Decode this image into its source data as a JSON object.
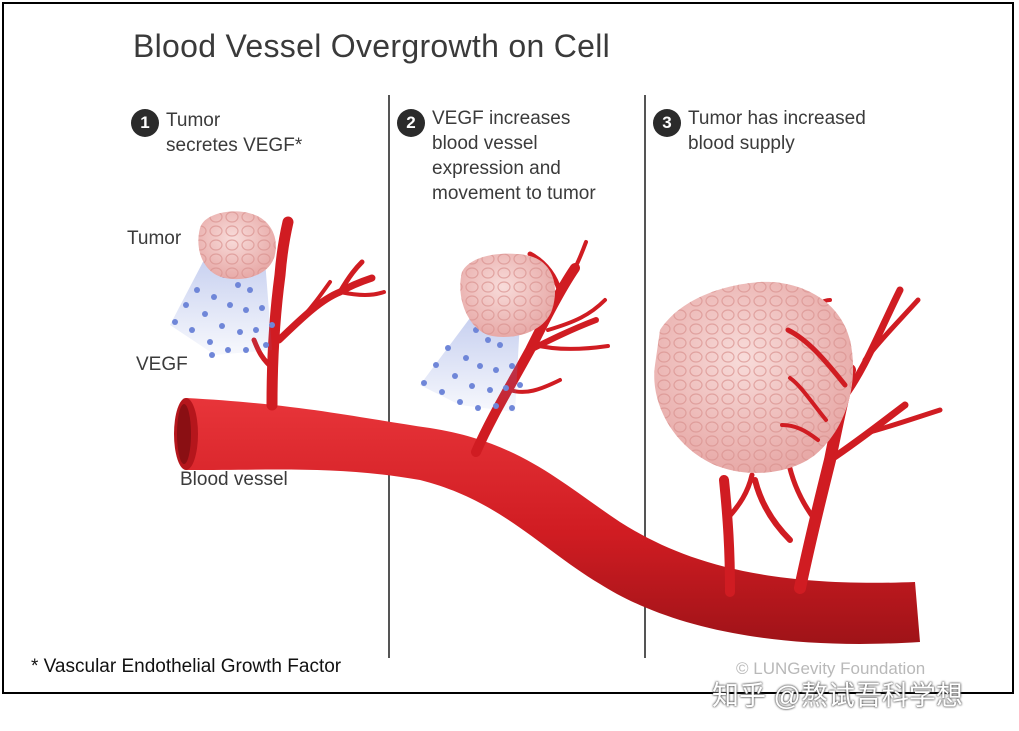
{
  "figure": {
    "title": "Blood Vessel Overgrowth on Cell",
    "steps": [
      {
        "number": "1",
        "text": "Tumor\nsecretes VEGF*"
      },
      {
        "number": "2",
        "text": "VEGF increases\nblood vessel\nexpression and\nmovement to tumor"
      },
      {
        "number": "3",
        "text": "Tumor has increased\nblood supply"
      }
    ],
    "labels": {
      "tumor": "Tumor",
      "vegf": "VEGF",
      "blood_vessel": "Blood vessel"
    },
    "footnote": "* Vascular Endothelial Growth Factor",
    "credit": "© LUNGevity Foundation",
    "watermark": "知乎 @熬试吾科学想"
  },
  "colors": {
    "vessel": "#d01c22",
    "vessel_dark": "#a5141a",
    "tumor": "#f0c2c0",
    "tumor_cell": "#e6a7a6",
    "vegf": "#6f86d8",
    "divider": "#555555"
  }
}
